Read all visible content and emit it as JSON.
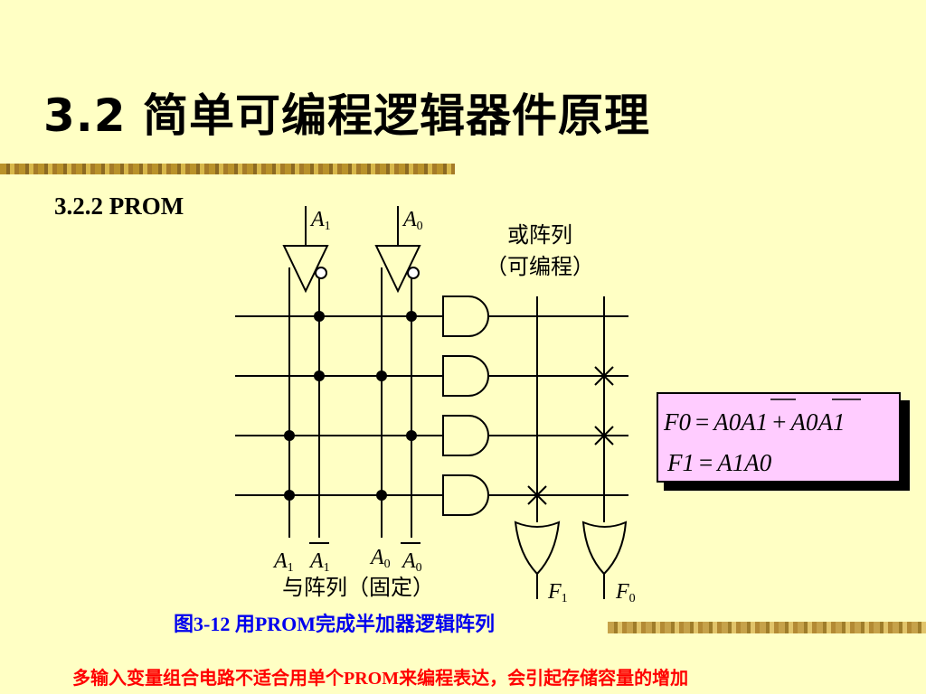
{
  "slide": {
    "title": "3.2  简单可编程逻辑器件原理",
    "section": "3.2.2  PROM"
  },
  "diagram": {
    "top_inputs": [
      {
        "base": "A",
        "sub": "1"
      },
      {
        "base": "A",
        "sub": "0"
      }
    ],
    "or_array_label_1": "或阵列",
    "or_array_label_2": "（可编程）",
    "bottom_inputs": [
      {
        "base": "A",
        "sub": "1"
      },
      {
        "base": "A",
        "sub": "1",
        "bar": true
      },
      {
        "base": "A",
        "sub": "0"
      },
      {
        "base": "A",
        "sub": "0",
        "bar": true
      }
    ],
    "and_array_label": "与阵列（固定）",
    "outputs": [
      {
        "base": "F",
        "sub": "1"
      },
      {
        "base": "F",
        "sub": "0"
      }
    ]
  },
  "equations": {
    "f0": {
      "lhs": "F0",
      "eq": "=",
      "t1": "A0",
      "t1b": "A1",
      "plus": "+",
      "t2b": "A0",
      "t2": "A1"
    },
    "f1": {
      "lhs": "F1",
      "eq": "=",
      "rhs": "A1A0"
    }
  },
  "caption": "图3-12  用PROM完成半加器逻辑阵列",
  "footer": "多输入变量组合电路不适合用单个PROM来编程表达，会引起存储容量的增加",
  "colors": {
    "background": "#ffffc4",
    "equation_box": "#ffccff",
    "caption": "#0000ee",
    "footer": "#ff0000",
    "decor_bar": "#b9922a"
  }
}
